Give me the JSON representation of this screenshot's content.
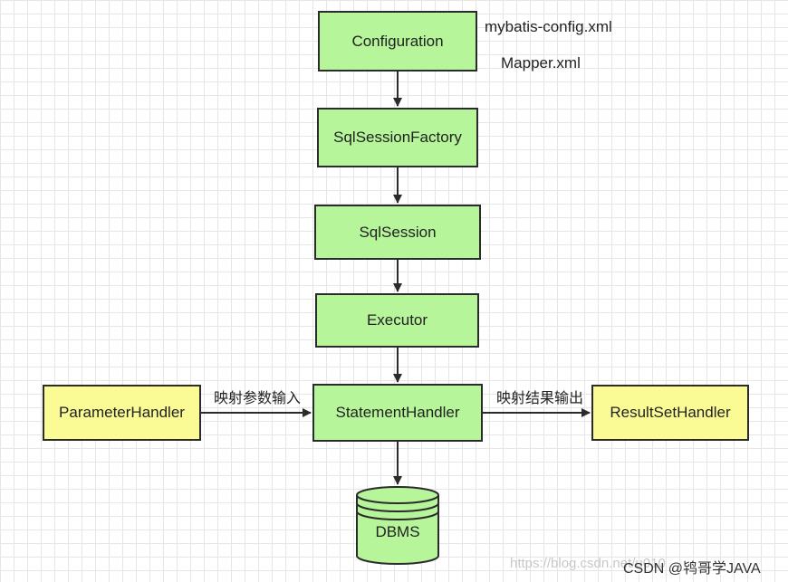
{
  "nodes": {
    "configuration": "Configuration",
    "sql_session_factory": "SqlSessionFactory",
    "sql_session": "SqlSession",
    "executor": "Executor",
    "statement_handler": "StatementHandler",
    "parameter_handler": "ParameterHandler",
    "result_set_handler": "ResultSetHandler",
    "dbms": "DBMS"
  },
  "notes": {
    "config_file": "mybatis-config.xml",
    "mapper_file": "Mapper.xml"
  },
  "edge_labels": {
    "param_mapping": "映射参数输入",
    "result_mapping": "映射结果输出"
  },
  "watermark": {
    "url": "https://blog.csdn.net/u010",
    "brand": "CSDN @鸨哥学JAVA"
  },
  "colors": {
    "process_fill": "#b6f59a",
    "handler_fill": "#fbfb96",
    "stroke": "#2b2b2b"
  }
}
